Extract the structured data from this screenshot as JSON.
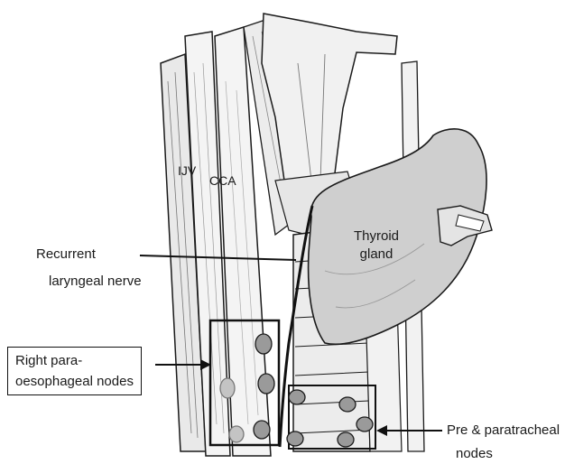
{
  "labels": {
    "ijv": "IJV",
    "cca": "CCA",
    "thyroid_line1": "Thyroid",
    "thyroid_line2": "gland",
    "recurrent_line1": "Recurrent",
    "recurrent_line2": "laryngeal nerve",
    "right_para_line1": "Right para-",
    "right_para_line2": "oesophageal nodes",
    "pre_para_line1": "Pre & paratracheal",
    "pre_para_line2": "nodes"
  },
  "colors": {
    "ink": "#1a1a1a",
    "tissue": "#e9e9e9",
    "tissue_light": "#f4f4f4",
    "thyroid": "#cfcfcf",
    "node": "#9a9a9a"
  }
}
